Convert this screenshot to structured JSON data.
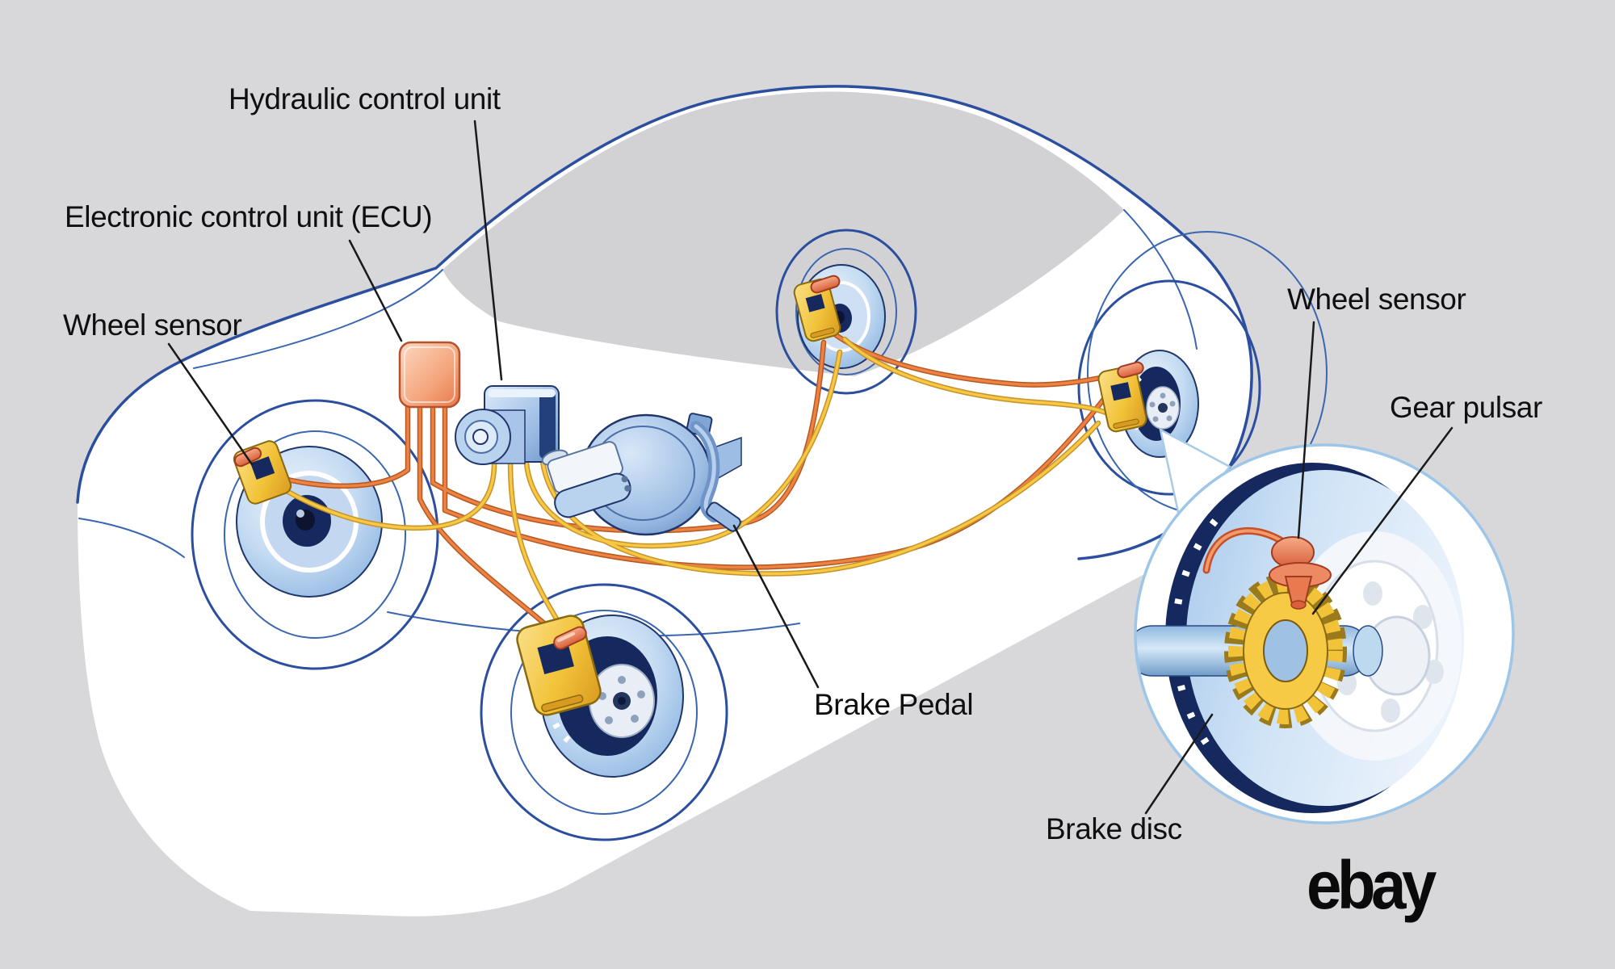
{
  "diagram": {
    "subject": "Car anti-lock braking system (ABS) schematic with zoom detail of wheel hub",
    "labels": {
      "hydraulic_control_unit": "Hydraulic control unit",
      "electronic_control_unit": "Electronic control unit (ECU)",
      "wheel_sensor_left": "Wheel sensor",
      "wheel_sensor_right": "Wheel sensor",
      "gear_pulsar": "Gear pulsar",
      "brake_pedal": "Brake Pedal",
      "brake_disc": "Brake disc"
    },
    "logo": {
      "text": "ebay"
    },
    "colors": {
      "background": "#d8d8da",
      "car_outline_blue": "#2b4f9e",
      "glass_gray": "#d2d2d5",
      "body_white": "#ffffff",
      "brake_line_orange": "#ee8245",
      "brake_line_yellow": "#f6c844",
      "caliper_yellow": "#f2c339",
      "sensor_red": "#e87a50",
      "ecu_orange": "#ee8a5c",
      "component_blue": "#7fa6d4",
      "disc_light_blue": "#bcd7f0",
      "disc_dark_navy": "#16295e",
      "callout_circle_border": "#9ec6e8",
      "label_text": "#0f0f0f",
      "leader_line": "#1a1a1a"
    }
  }
}
